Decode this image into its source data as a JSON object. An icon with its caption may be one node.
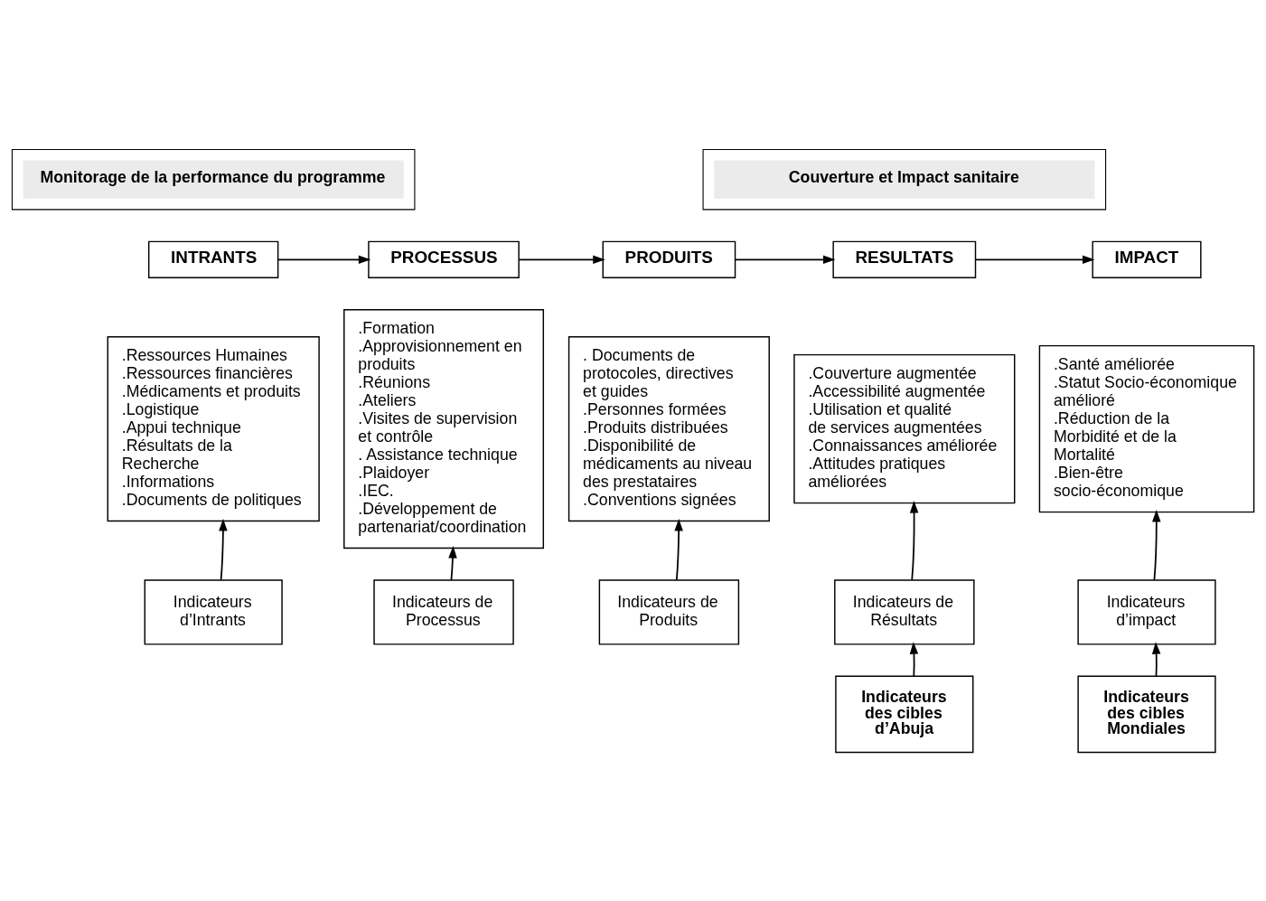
{
  "diagram": {
    "nodes": [
      {
        "text": [
          "Monitorage de la performance du programme"
        ]
      },
      {
        "text": [
          "Couverture et Impact sanitaire"
        ]
      },
      {
        "text": [
          "INTRANTS"
        ]
      },
      {
        "text": [
          "PROCESSUS"
        ]
      },
      {
        "text": [
          "PRODUITS"
        ]
      },
      {
        "text": [
          "RESULTATS"
        ]
      },
      {
        "text": [
          "IMPACT"
        ]
      },
      {
        "text": [
          ".Ressources Humaines",
          ".Ressources financières",
          ".Médicaments et produits",
          ".Logistique",
          ".Appui technique",
          ".Résultats de la Recherche",
          ".Informations",
          ".Documents de politiques"
        ]
      },
      {
        "text": [
          ".Formation",
          ".Approvisionnement en produits",
          ".Réunions",
          ".Ateliers",
          ".Visites de supervision et contrôle",
          ". Assistance technique",
          ".Plaidoyer",
          ".IEC.",
          ".Développement de partenariat/coordination"
        ]
      },
      {
        "text": [
          ". Documents de protocoles, directives et guides",
          ".Personnes formées",
          ".Produits distribuées",
          ".Disponibilité de médicaments au niveau des prestataires",
          ".Conventions signées"
        ]
      },
      {
        "text": [
          ".Couverture augmentée",
          ".Accessibilité augmentée",
          ".Utilisation et qualité de services augmentées",
          ".Connaissances améliorée",
          ".Attitudes pratiques améliorées"
        ]
      },
      {
        "text": [
          ".Santé améliorée",
          ".Statut Socio-économique amélioré",
          ".Réduction de la Morbidité et de la Mortalité",
          ".Bien-être socio-économique"
        ]
      },
      {
        "text": [
          "Indicateurs d’Intrants"
        ]
      },
      {
        "text": [
          "Indicateurs de Processus"
        ]
      },
      {
        "text": [
          "Indicateurs de Produits"
        ]
      },
      {
        "text": [
          "Indicateurs de Résultats"
        ]
      },
      {
        "text": [
          "Indicateurs d’impact"
        ]
      },
      {
        "text": [
          "Indicateurs des cibles d’Abuja"
        ]
      },
      {
        "text": [
          "Indicateurs des cibles Mondiales"
        ]
      }
    ],
    "edges": [
      {
        "from": 2,
        "to": 3,
        "arrow": "to"
      },
      {
        "from": 3,
        "to": 4,
        "arrow": "to"
      },
      {
        "from": 4,
        "to": 5,
        "arrow": "to"
      },
      {
        "from": 5,
        "to": 6,
        "arrow": "to"
      },
      {
        "from": 12,
        "to": 7,
        "arrow": "to"
      },
      {
        "from": 13,
        "to": 8,
        "arrow": "to"
      },
      {
        "from": 14,
        "to": 9,
        "arrow": "to"
      },
      {
        "from": 15,
        "to": 10,
        "arrow": "to"
      },
      {
        "from": 16,
        "to": 11,
        "arrow": "to"
      },
      {
        "from": 17,
        "to": 15,
        "arrow": "to"
      },
      {
        "from": 18,
        "to": 16,
        "arrow": "to"
      }
    ]
  }
}
